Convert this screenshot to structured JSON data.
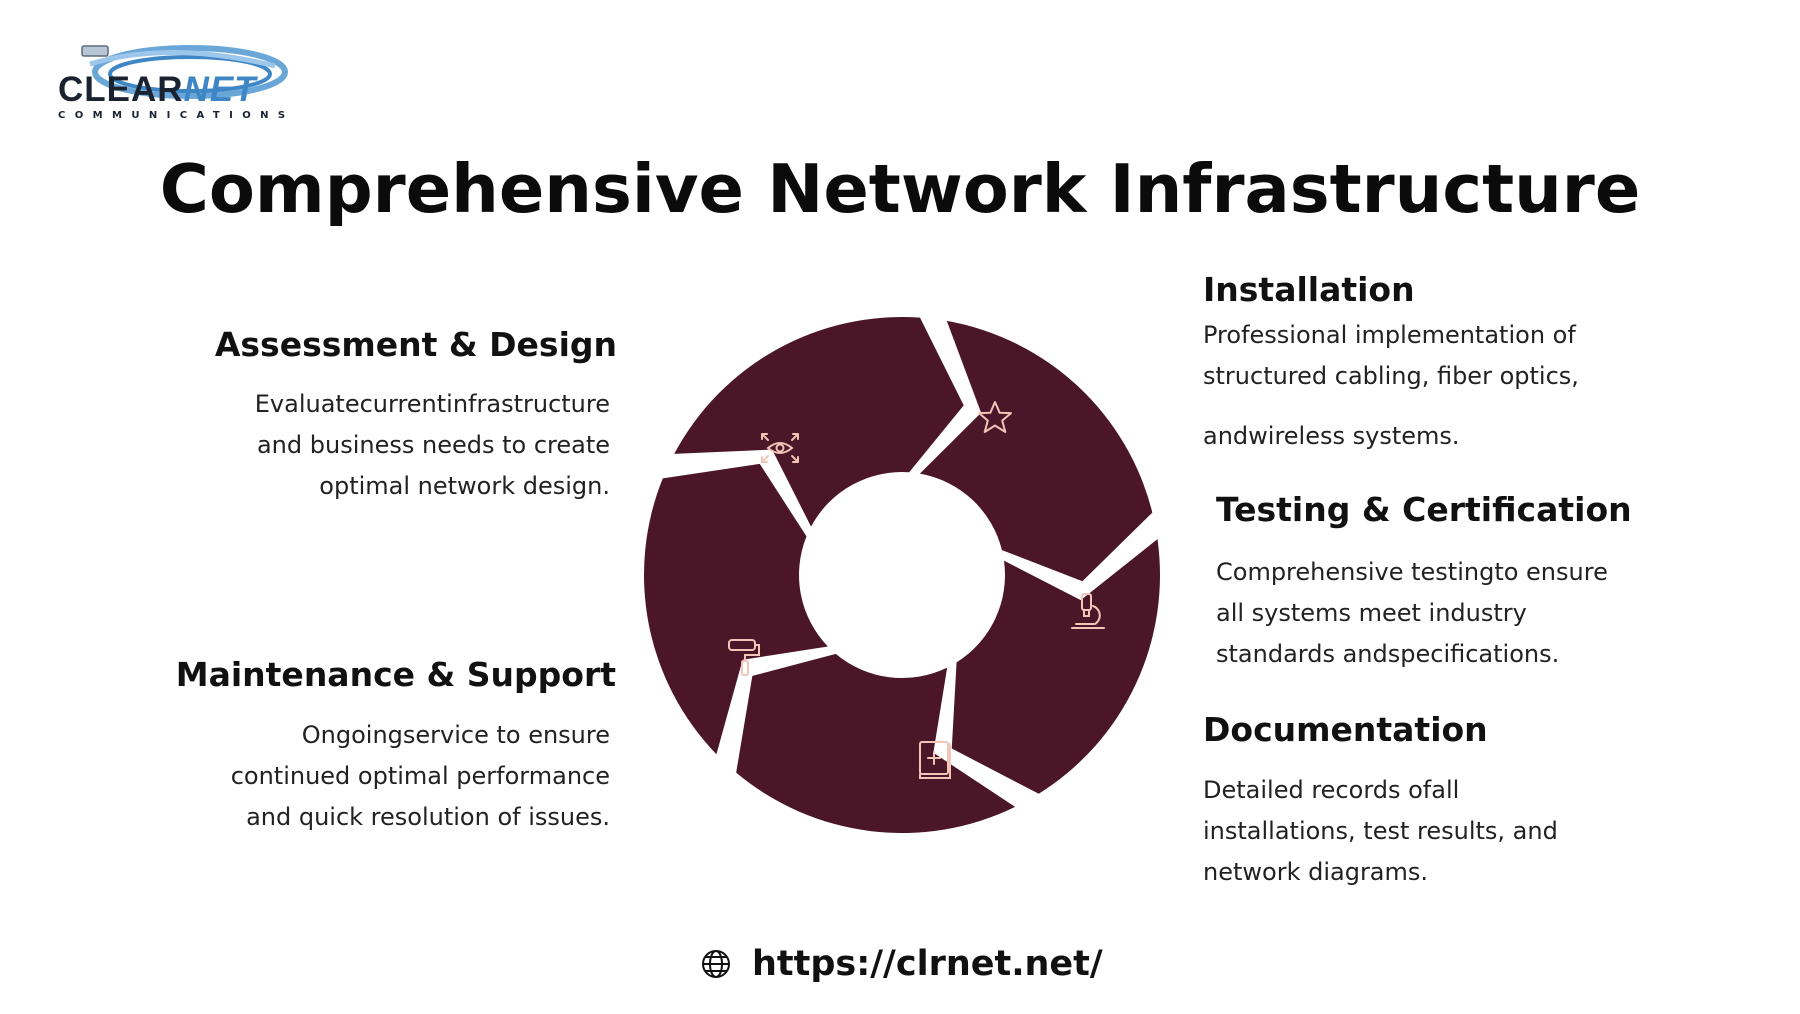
{
  "logo": {
    "word_main": "CLEAR",
    "word_accent": "NET",
    "subtitle": "COMMUNICATIONS"
  },
  "title": "Comprehensive Network Infrastructure",
  "steps": [
    {
      "title": "Assessment & Design",
      "lines": [
        "Evaluatecurrentinfrastructure",
        "and business needs to create",
        "optimal network design."
      ],
      "icon": "eye-focus-icon"
    },
    {
      "title": "Installation",
      "lines": [
        "Professional implementation of",
        "structured cabling, fiber optics,",
        "andwireless systems."
      ],
      "icon": "star-icon"
    },
    {
      "title": "Testing & Certification",
      "lines": [
        "Comprehensive testingto ensure",
        "all systems meet industry",
        "standards andspecifications."
      ],
      "icon": "microscope-icon"
    },
    {
      "title": "Documentation",
      "lines": [
        "Detailed records ofall",
        "installations, test results, and",
        "network diagrams."
      ],
      "icon": "medical-book-icon"
    },
    {
      "title": "Maintenance & Support",
      "lines": [
        "Ongoingservice to ensure",
        "continued optimal performance",
        "and quick resolution of issues."
      ],
      "icon": "paint-roller-icon"
    }
  ],
  "colors": {
    "ring": "#4b1628",
    "icon": "#f2c5b8",
    "text": "#111111"
  },
  "footer": {
    "url": "https://clrnet.net/",
    "icon": "globe-icon"
  }
}
